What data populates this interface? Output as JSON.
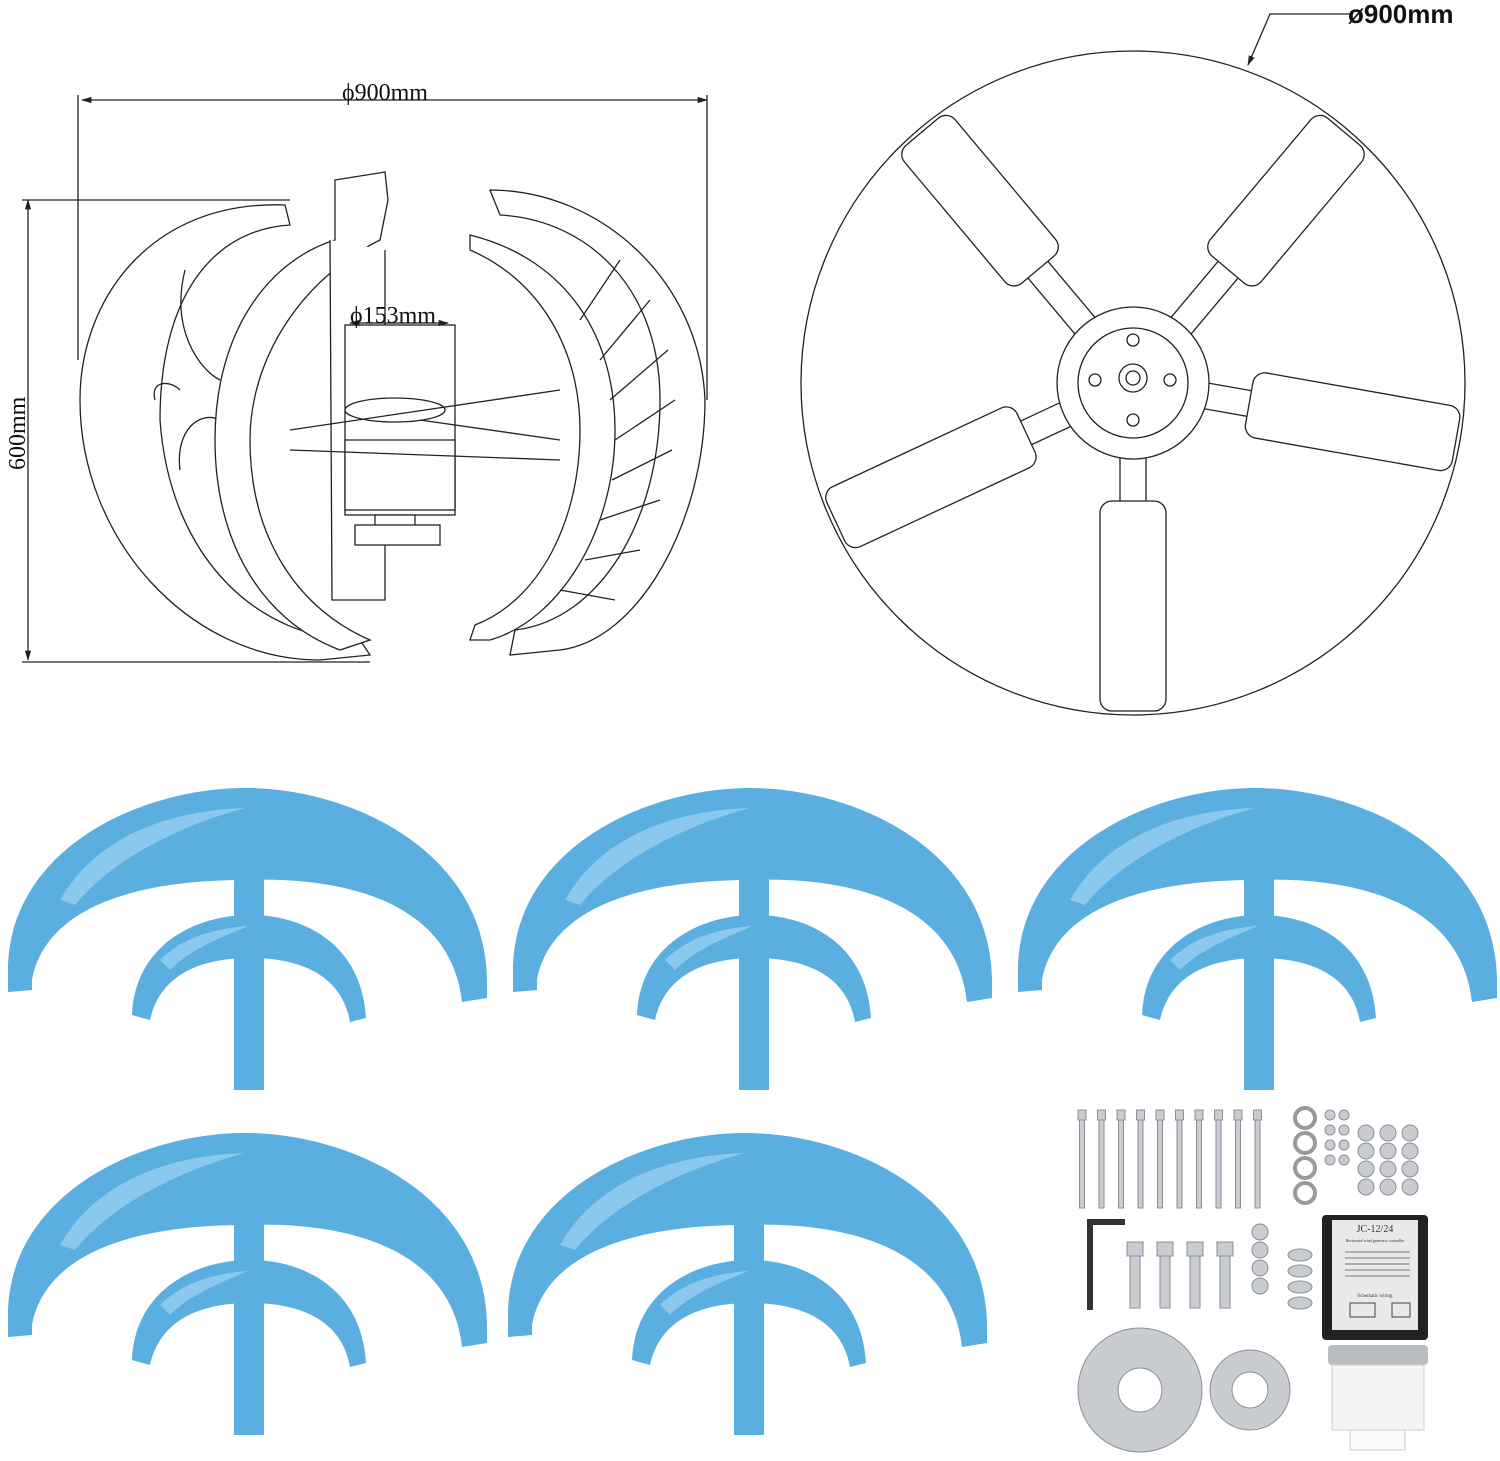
{
  "front_view": {
    "width_label": "ϕ900mm",
    "height_label": "600mm",
    "hub_label": "ϕ153mm"
  },
  "top_view": {
    "diameter_label": "ø900mm"
  },
  "parts": {
    "blade_count": 5,
    "blade_color": "#5aaee0",
    "controller_model": "JC-12/24",
    "controller_subtitle": "Horizontal wind generator controller",
    "controller_section": "Schematic wiring"
  }
}
